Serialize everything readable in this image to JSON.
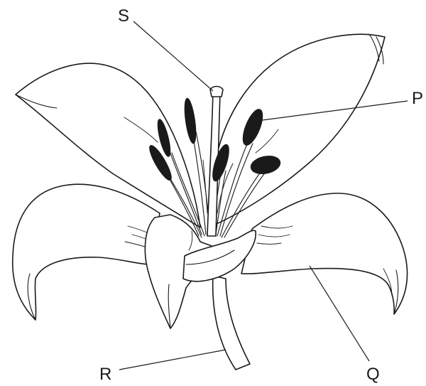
{
  "labels": {
    "S": "S",
    "P": "P",
    "Q": "Q",
    "R": "R"
  }
}
